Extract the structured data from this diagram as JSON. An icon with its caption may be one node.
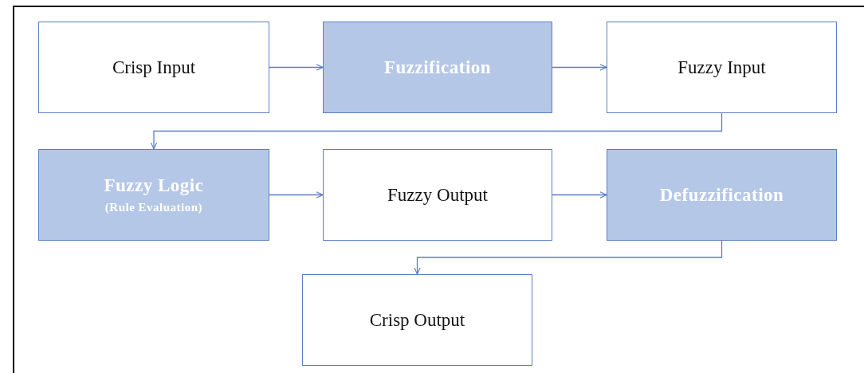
{
  "diagram": {
    "nodes": [
      {
        "text": [
          "Crisp Input"
        ]
      },
      {
        "text": [
          "Fuzzification"
        ]
      },
      {
        "text": [
          "Fuzzy Input"
        ]
      },
      {
        "text": [
          "Fuzzy Logic",
          "(Rule Evaluation)"
        ]
      },
      {
        "text": [
          "Fuzzy Output"
        ]
      },
      {
        "text": [
          "Defuzzification"
        ]
      },
      {
        "text": [
          "Crisp Output"
        ]
      }
    ],
    "edges": [
      {
        "from": 0,
        "to": 1,
        "arrow": "to"
      },
      {
        "from": 1,
        "to": 2,
        "arrow": "to"
      },
      {
        "from": 2,
        "to": 3,
        "arrow": "to"
      },
      {
        "from": 3,
        "to": 4,
        "arrow": "to"
      },
      {
        "from": 4,
        "to": 5,
        "arrow": "to"
      },
      {
        "from": 5,
        "to": 6,
        "arrow": "to"
      }
    ]
  }
}
